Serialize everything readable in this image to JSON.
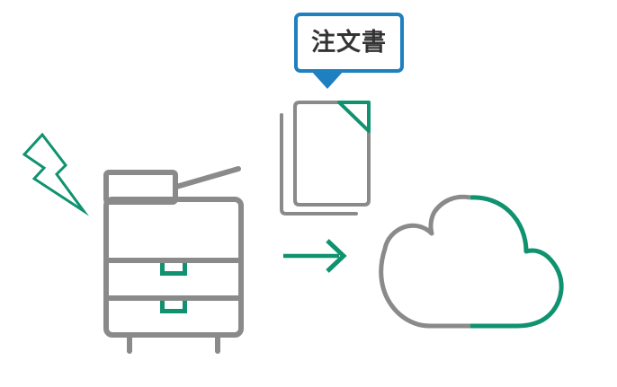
{
  "colors": {
    "green": "#109270",
    "gray": "#8A8A8A",
    "blue": "#1E80C0",
    "label_text": "#333333",
    "background": "#FFFFFF"
  },
  "bubble": {
    "label": "注文書"
  },
  "icons": {
    "lightning": "lightning-bolt",
    "copier": "multifunction-copier",
    "documents": "document-stack-folded-corner",
    "arrow": "arrow-right",
    "cloud": "cloud"
  }
}
